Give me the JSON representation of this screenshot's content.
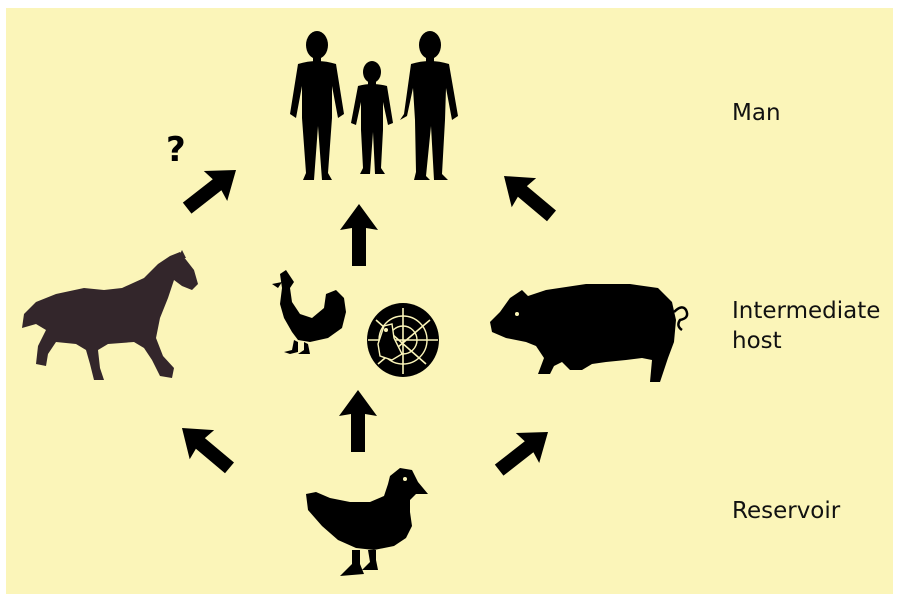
{
  "colors": {
    "background": "#fbf5b9",
    "silhouette": "#000000",
    "horse": "#33262b",
    "arrow": "#000000"
  },
  "labels": {
    "man": "Man",
    "intermediate_host": "Intermediate\nhost",
    "reservoir": "Reservoir"
  },
  "question_mark": "?",
  "icons": [
    "humans-icon",
    "horse-icon",
    "rooster-icon",
    "turkey-icon",
    "pig-icon",
    "duck-icon",
    "arrow-icon"
  ]
}
